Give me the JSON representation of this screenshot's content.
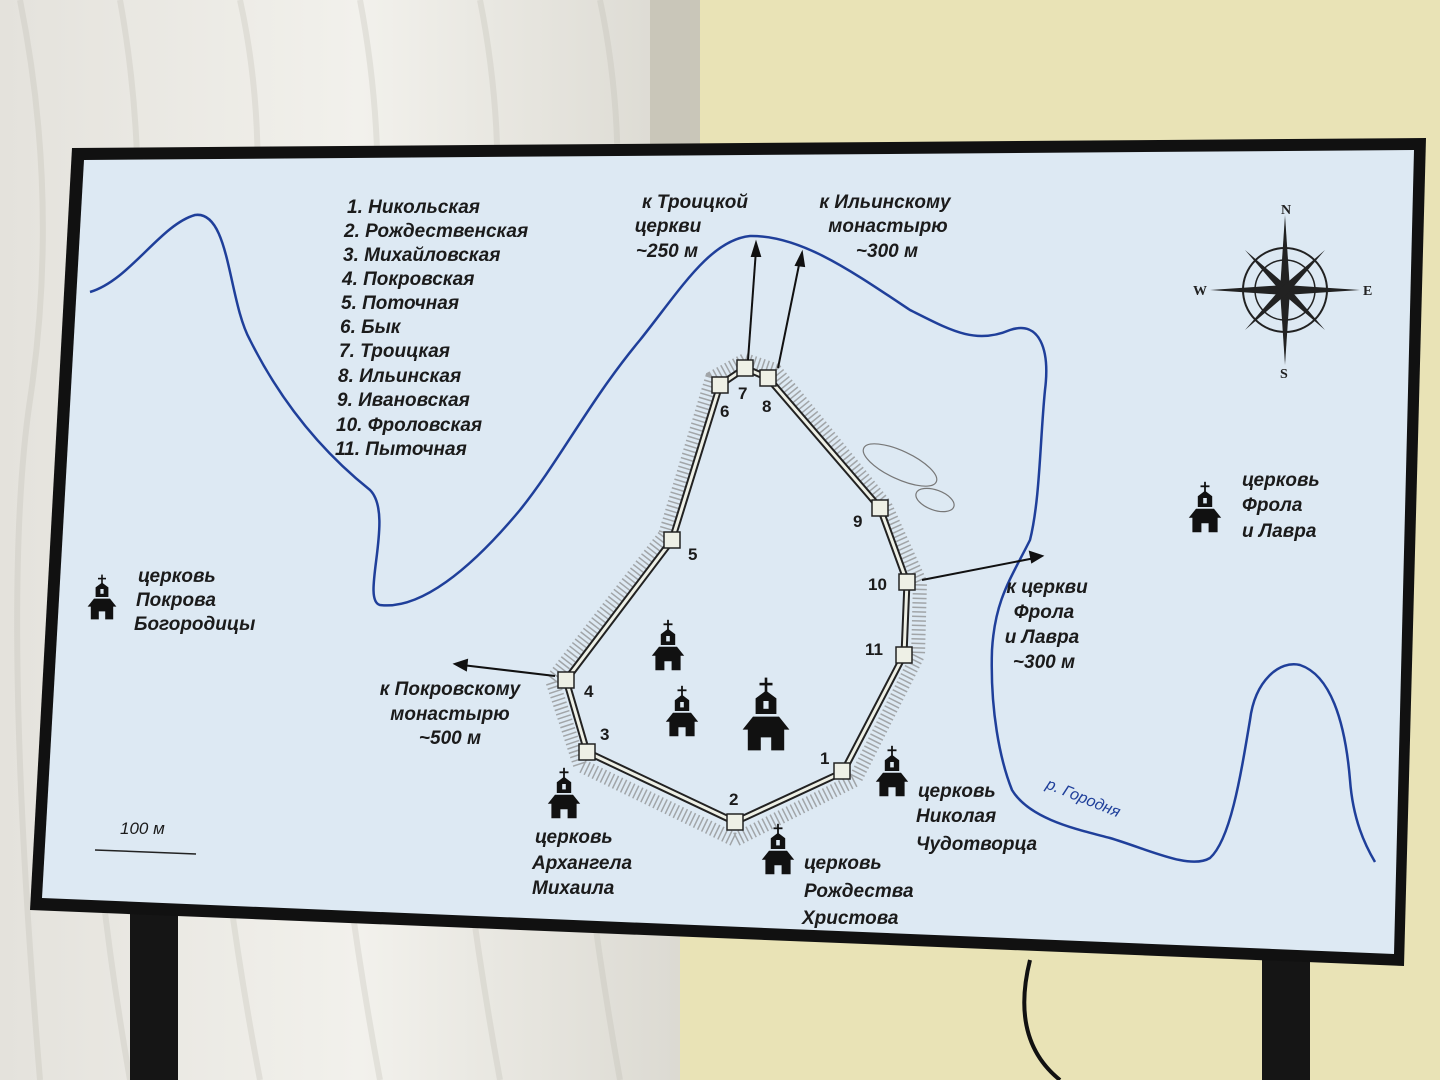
{
  "legend": {
    "items": [
      "1. Никольская",
      "2. Рождественская",
      "3. Михайловская",
      "4. Покровская",
      "5. Поточная",
      "6. Бык",
      "7. Троицкая",
      "8. Ильинская",
      "9. Ивановская",
      "10. Фроловская",
      "11. Пыточная"
    ]
  },
  "towers": [
    "1",
    "2",
    "3",
    "4",
    "5",
    "6",
    "7",
    "8",
    "9",
    "10",
    "11"
  ],
  "directions": {
    "troitsky": [
      "к Троицкой",
      "церкви",
      "~250 м"
    ],
    "ilyinsky": [
      "к Ильинскому",
      "монастырю",
      "~300 м"
    ],
    "frol_lavr": [
      "к церкви",
      "Фрола",
      "и Лавра",
      "~300 м"
    ],
    "pokrovsky": [
      "к Покровскому",
      "монастырю",
      "~500 м"
    ]
  },
  "churches": {
    "pokrova": [
      "церковь",
      "Покрова",
      "Богородицы"
    ],
    "frola": [
      "церковь",
      "Фрола",
      "и Лавра"
    ],
    "nikolaya": [
      "церковь",
      "Николая",
      "Чудотворца"
    ],
    "arkhangela": [
      "церковь",
      "Архангела",
      "Михаила"
    ],
    "rozhdestva": [
      "церковь",
      "Рождества",
      "Христова"
    ]
  },
  "river_name": "р. Городня",
  "scale_label": "100 м",
  "compass": {
    "n": "N",
    "s": "S",
    "e": "E",
    "w": "W"
  },
  "colors": {
    "river": "#1f3f9a",
    "screen": "#dde9f3",
    "bezel": "#111111",
    "wall": "#eef0e6"
  }
}
